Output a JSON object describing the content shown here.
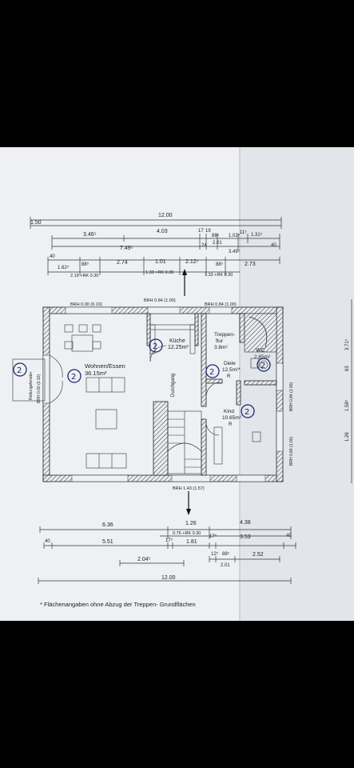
{
  "dims_top": {
    "r1_total": "12.00",
    "r2_a": "1.50",
    "r3_a": "3.46⁵",
    "r3_b": "4.03",
    "r3_c": "17",
    "r3_d": "19",
    "r3_e": "88⁵",
    "r3_f": "1.02⁵",
    "r3_g": "11⁵",
    "r3_h": "1.31⁵",
    "r4_a": "7.49⁵",
    "r4_b": "24",
    "r4_c": "2.01",
    "r4_d": "40",
    "r4_e": "3.49⁵",
    "r5_a": "40",
    "r5_b": "2.74",
    "r5_c": "1.01",
    "r5_d": "2.12⁵",
    "r5_e": "2.73",
    "r6_a": "1.62⁵",
    "r6_b": "88⁵",
    "r6_c": "88⁵",
    "r6_d": "2.19 +RK 0.30",
    "r6_e": "1.33 +RK 0.30",
    "r6_f": "1.33 +RK 0.30"
  },
  "brh": {
    "top_left": "BRH 0.00 (0.10)",
    "top_mid": "BRH 0.84 (1.00)",
    "top_right": "BRH 0.84 (1.00)",
    "bottom": "BRH 1.43 (1.57)",
    "right_upper": "BRH 0.84 (1.00)",
    "right_lower": "BRH 0.84 (1.00)",
    "left": "BRH 0.00 (0.10)"
  },
  "rooms": {
    "kueche_name": "Küche",
    "kueche_area": "12.25m²",
    "treppen_name": "Treppen-",
    "treppen_name2": "flur",
    "treppen_area": "3.8m²",
    "wohnen_name": "Wohnen/Essen",
    "wohnen_area": "36.15m²",
    "diele_name": "Diele",
    "diele_area": "12.5m²*",
    "diele_r": "R",
    "wc_name": "WC",
    "wc_area": "2.65m²",
    "kind_name": "Kind",
    "kind_area": "10.65m²",
    "kind_r": "R",
    "durchgang": "Durchgang",
    "terrasse": "Rettungsfenster"
  },
  "dims_bottom": {
    "b1_a": "6.36",
    "b1_b": "4.38",
    "b2_a": "1.26",
    "b2_b": "0.76 +RK 0.30",
    "b2_c": "17⁵",
    "b3_a": "40",
    "b3_b": "5.51",
    "b3_c": "17⁵",
    "b3_d": "1.81",
    "b3_e": "3.53",
    "b3_f": "40",
    "b4_a": "12⁵",
    "b4_b": "88⁵",
    "b4_c": "2.52",
    "b4_d": "2.04⁵",
    "b4_e": "2.01",
    "b5_total": "12.00"
  },
  "right_side": {
    "v1": "3.71⁵",
    "v2": "63",
    "v3": "1.58⁵",
    "v4": "1.26"
  },
  "handwritten_mark": "2",
  "footnote": "* Flächenangaben ohne Abzug der Treppen- Grundflächen"
}
